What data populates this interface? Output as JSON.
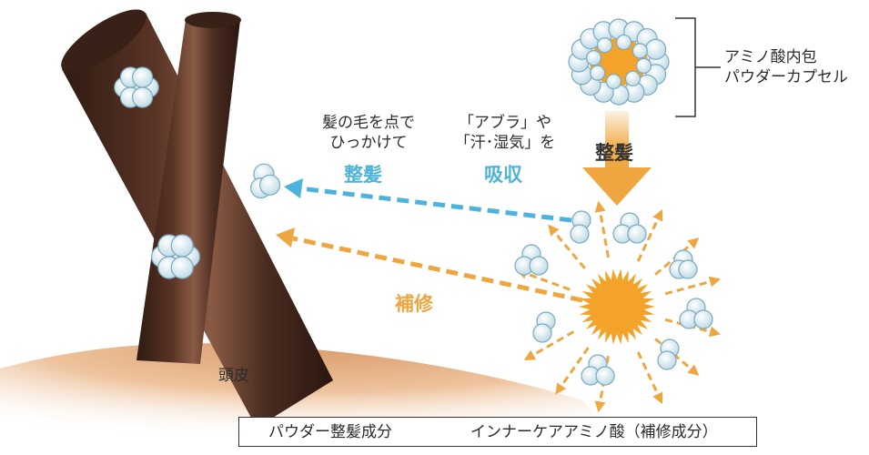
{
  "labels": {
    "capsule_line1": "アミノ酸内包",
    "capsule_line2": "パウダーカプセル",
    "hook_line1": "髪の毛を点で",
    "hook_line2": "ひっかけて",
    "hook_effect": "整髪",
    "absorb_line1": "「アブラ」や",
    "absorb_line2": "「汗･湿気」を",
    "absorb_effect": "吸収",
    "top_effect": "整髪",
    "repair_effect": "補修",
    "scalp": "頭皮"
  },
  "legend": {
    "powder": "パウダー整髪成分",
    "inner_care": "インナーケアアミノ酸（補修成分）"
  },
  "colors": {
    "hair": "#4a2c21",
    "hair_highlight": "#8a5b45",
    "scalp": "#e7b990",
    "powder_fill": "#d6ecf4",
    "powder_stroke": "#7aaabd",
    "amino": "#f3a32a",
    "arrow_blue": "#4db3dc",
    "arrow_orange": "#f0a640"
  }
}
